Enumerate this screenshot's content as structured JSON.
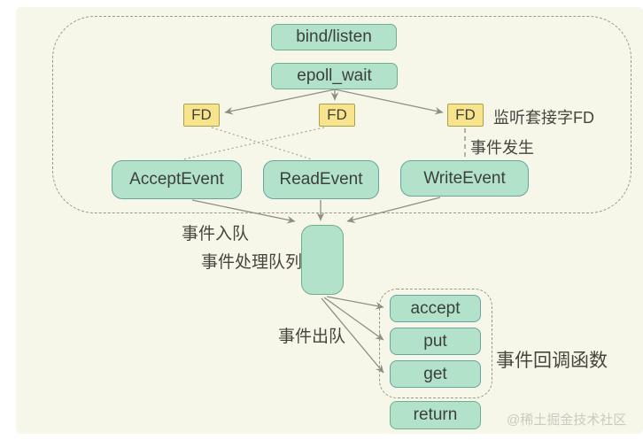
{
  "diagram": {
    "nodes": {
      "bind_listen": "bind/listen",
      "epoll_wait": "epoll_wait",
      "fd": "FD",
      "accept_event": "AcceptEvent",
      "read_event": "ReadEvent",
      "write_event": "WriteEvent",
      "accept": "accept",
      "put": "put",
      "get": "get",
      "return": "return"
    },
    "labels": {
      "listening_socket_fd": "监听套接字FD",
      "event_occurs": "事件发生",
      "event_enqueue": "事件入队",
      "event_process_queue": "事件处理队列",
      "event_dequeue": "事件出队",
      "event_callbacks": "事件回调函数"
    }
  },
  "watermark": "@稀土掘金技术社区",
  "colors": {
    "bg": "#f6f7e8",
    "green_fill": "#b3e2ca",
    "green_border": "#6fae8e",
    "teal_border": "#68a2a2",
    "yellow_fill": "#f9e48e",
    "yellow_border": "#a6a14e",
    "frame": "#98988c",
    "line": "#8e8e84",
    "line_dotted": "#a4a49a",
    "squiggle": "#dba45f",
    "text": "#3b4039",
    "label": "#45453f",
    "watermark": "#cacac2"
  }
}
